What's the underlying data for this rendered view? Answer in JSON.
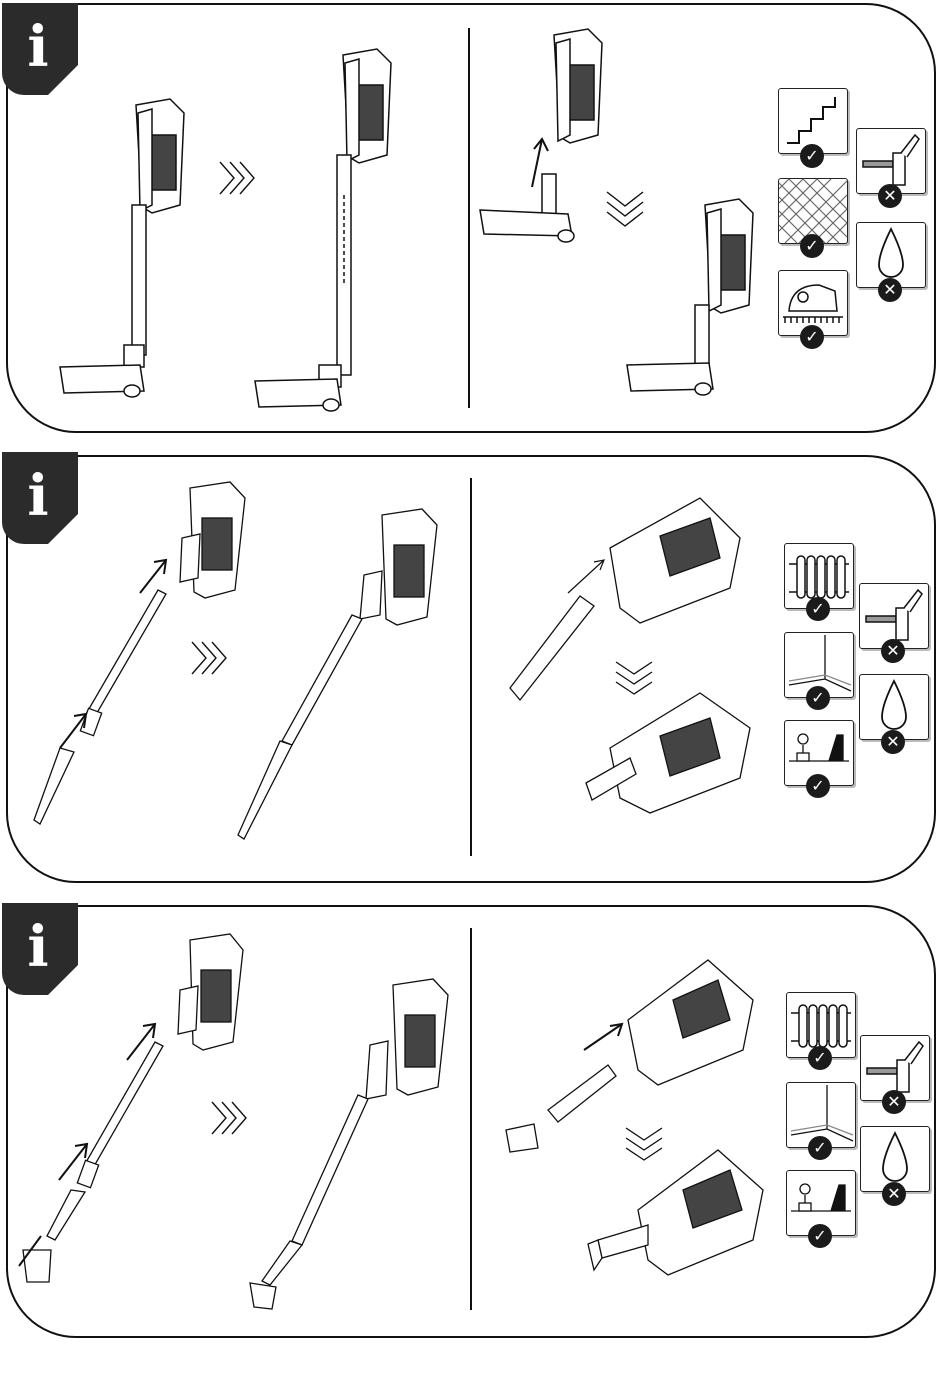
{
  "panels": [
    {
      "name": "floor-head-panel",
      "info_symbol": "i",
      "suitable_surfaces": [
        "stairs-icon",
        "carpet-icon",
        "floor-brush-icon"
      ],
      "unsuitable_surfaces": [
        "nail-hammer-icon",
        "water-drop-icon"
      ]
    },
    {
      "name": "crevice-tool-panel",
      "info_symbol": "i",
      "suitable_surfaces": [
        "radiator-icon",
        "room-corner-icon",
        "shelf-plant-icon"
      ],
      "unsuitable_surfaces": [
        "nail-hammer-icon",
        "water-drop-icon"
      ]
    },
    {
      "name": "brush-tool-panel",
      "info_symbol": "i",
      "suitable_surfaces": [
        "radiator-icon",
        "room-corner-icon",
        "shelf-plant-icon"
      ],
      "unsuitable_surfaces": [
        "nail-hammer-icon",
        "water-drop-icon"
      ]
    }
  ],
  "symbols": {
    "ok": "✓",
    "no": "✕"
  }
}
